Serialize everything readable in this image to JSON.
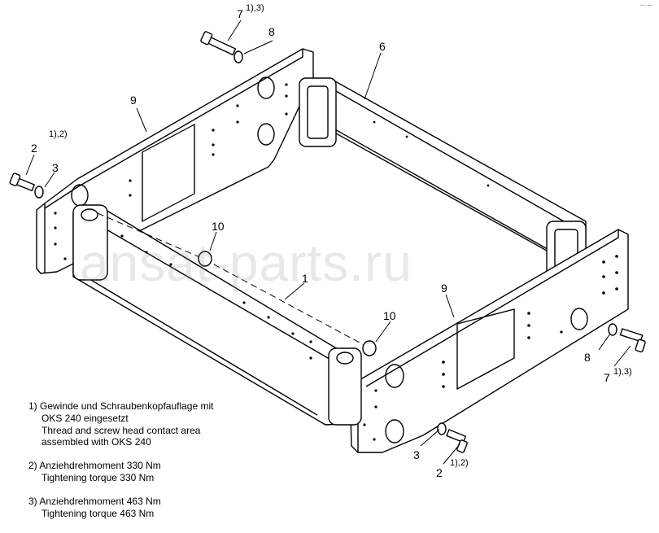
{
  "callouts": {
    "c7_top": "7",
    "c7_top_sup": "1),3)",
    "c8_top": "8",
    "c6": "6",
    "c9_left": "9",
    "c12_left_sup": "1),2)",
    "c2_left": "2",
    "c3_left": "3",
    "c10_upper": "10",
    "c1": "1",
    "c10_lower": "10",
    "c9_right": "9",
    "c8_right": "8",
    "c7_right": "7",
    "c7_right_sup": "1),3)",
    "c3_bottom": "3",
    "c2_bottom": "2",
    "c12_bottom_sup": "1),2)"
  },
  "notes": [
    {
      "lines": [
        "1) Gewinde und Schraubenkopfauflage mit",
        "OKS 240 eingesetzt",
        "Thread and screw head contact area",
        "assembled with OKS 240"
      ]
    },
    {
      "lines": [
        "2) Anziehdrehmoment 330 Nm",
        "Tightening torque 330 Nm"
      ]
    },
    {
      "lines": [
        "3) Anziehdrehmoment 463 Nm",
        "Tightening torque 463 Nm"
      ]
    }
  ],
  "watermark": "ansat-parts.ru",
  "corner_mark": "— ·—"
}
